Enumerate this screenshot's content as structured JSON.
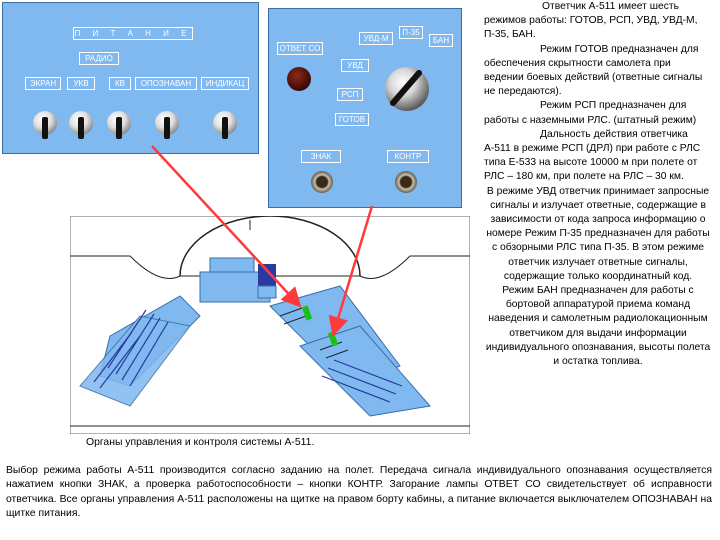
{
  "panel_left": {
    "title": "П И Т А Н И Е",
    "radio_label": "РАДИО",
    "switch_labels": [
      "ЭКРАН",
      "УКВ",
      "КВ",
      "ОПОЗНАВАН",
      "ИНДИКАЦ"
    ]
  },
  "panel_right": {
    "otvet_label": "ОТВЕТ СО",
    "mode_labels": {
      "uvd_m": "УВД-М",
      "p35": "П-35",
      "ban": "БАН",
      "uvd": "УВД",
      "rsp": "РСП",
      "gotov": "ГОТОВ"
    },
    "znak_label": "ЗНАК",
    "kontr_label": "КОНТР"
  },
  "caption": "Органы управления и контроля системы А-511.",
  "right_paragraphs": [
    "Ответчик А-511 имеет шесть режимов работы: ГОТОВ, РСП, УВД, УВД-М, П-35, БАН.",
    "Режим ГОТОВ предназначен для обеспечения скрытности самолета при ведении боевых действий (ответные сигналы не передаются).",
    "Режим РСП предназначен для работы с наземными РЛС. (штатный режим)",
    "Дальность действия ответчика А-511 в режиме РСП (ДРЛ) при работе с РЛС типа Е-533 на высоте 10000 м при полете от РЛС – 180 км, при полете на РЛС – 30 км.",
    "В режиме УВД ответчик принимает запросные сигналы и излучает ответные, содержащие в зависимости от кода запроса информацию о номере Режим П-35 предназначен для работы с обзорными РЛС типа П-35. В этом режиме ответчик излучает ответные сигналы, содержащие только координатный код.",
    "Режим БАН предназначен для работы с бортовой аппаратурой приема команд наведения и самолетным радиолокационным ответчиком для выдачи информации индивидуального опознавания, высоты полета и остатка топлива."
  ],
  "bottom_text": "Выбор режима работы А-511 производится согласно заданию на полет. Передача сигнала индивидуального опознавания осуществляется нажатием кнопки ЗНАК, а проверка работоспособности – кнопки КОНТР. Загорание лампы ОТВЕТ СО свидетельствует об исправности ответчика. Все органы управления А-511 расположены на щитке на правом борту кабины, а питание включается выключателем ОПОЗНАВАН на щитке питания."
}
